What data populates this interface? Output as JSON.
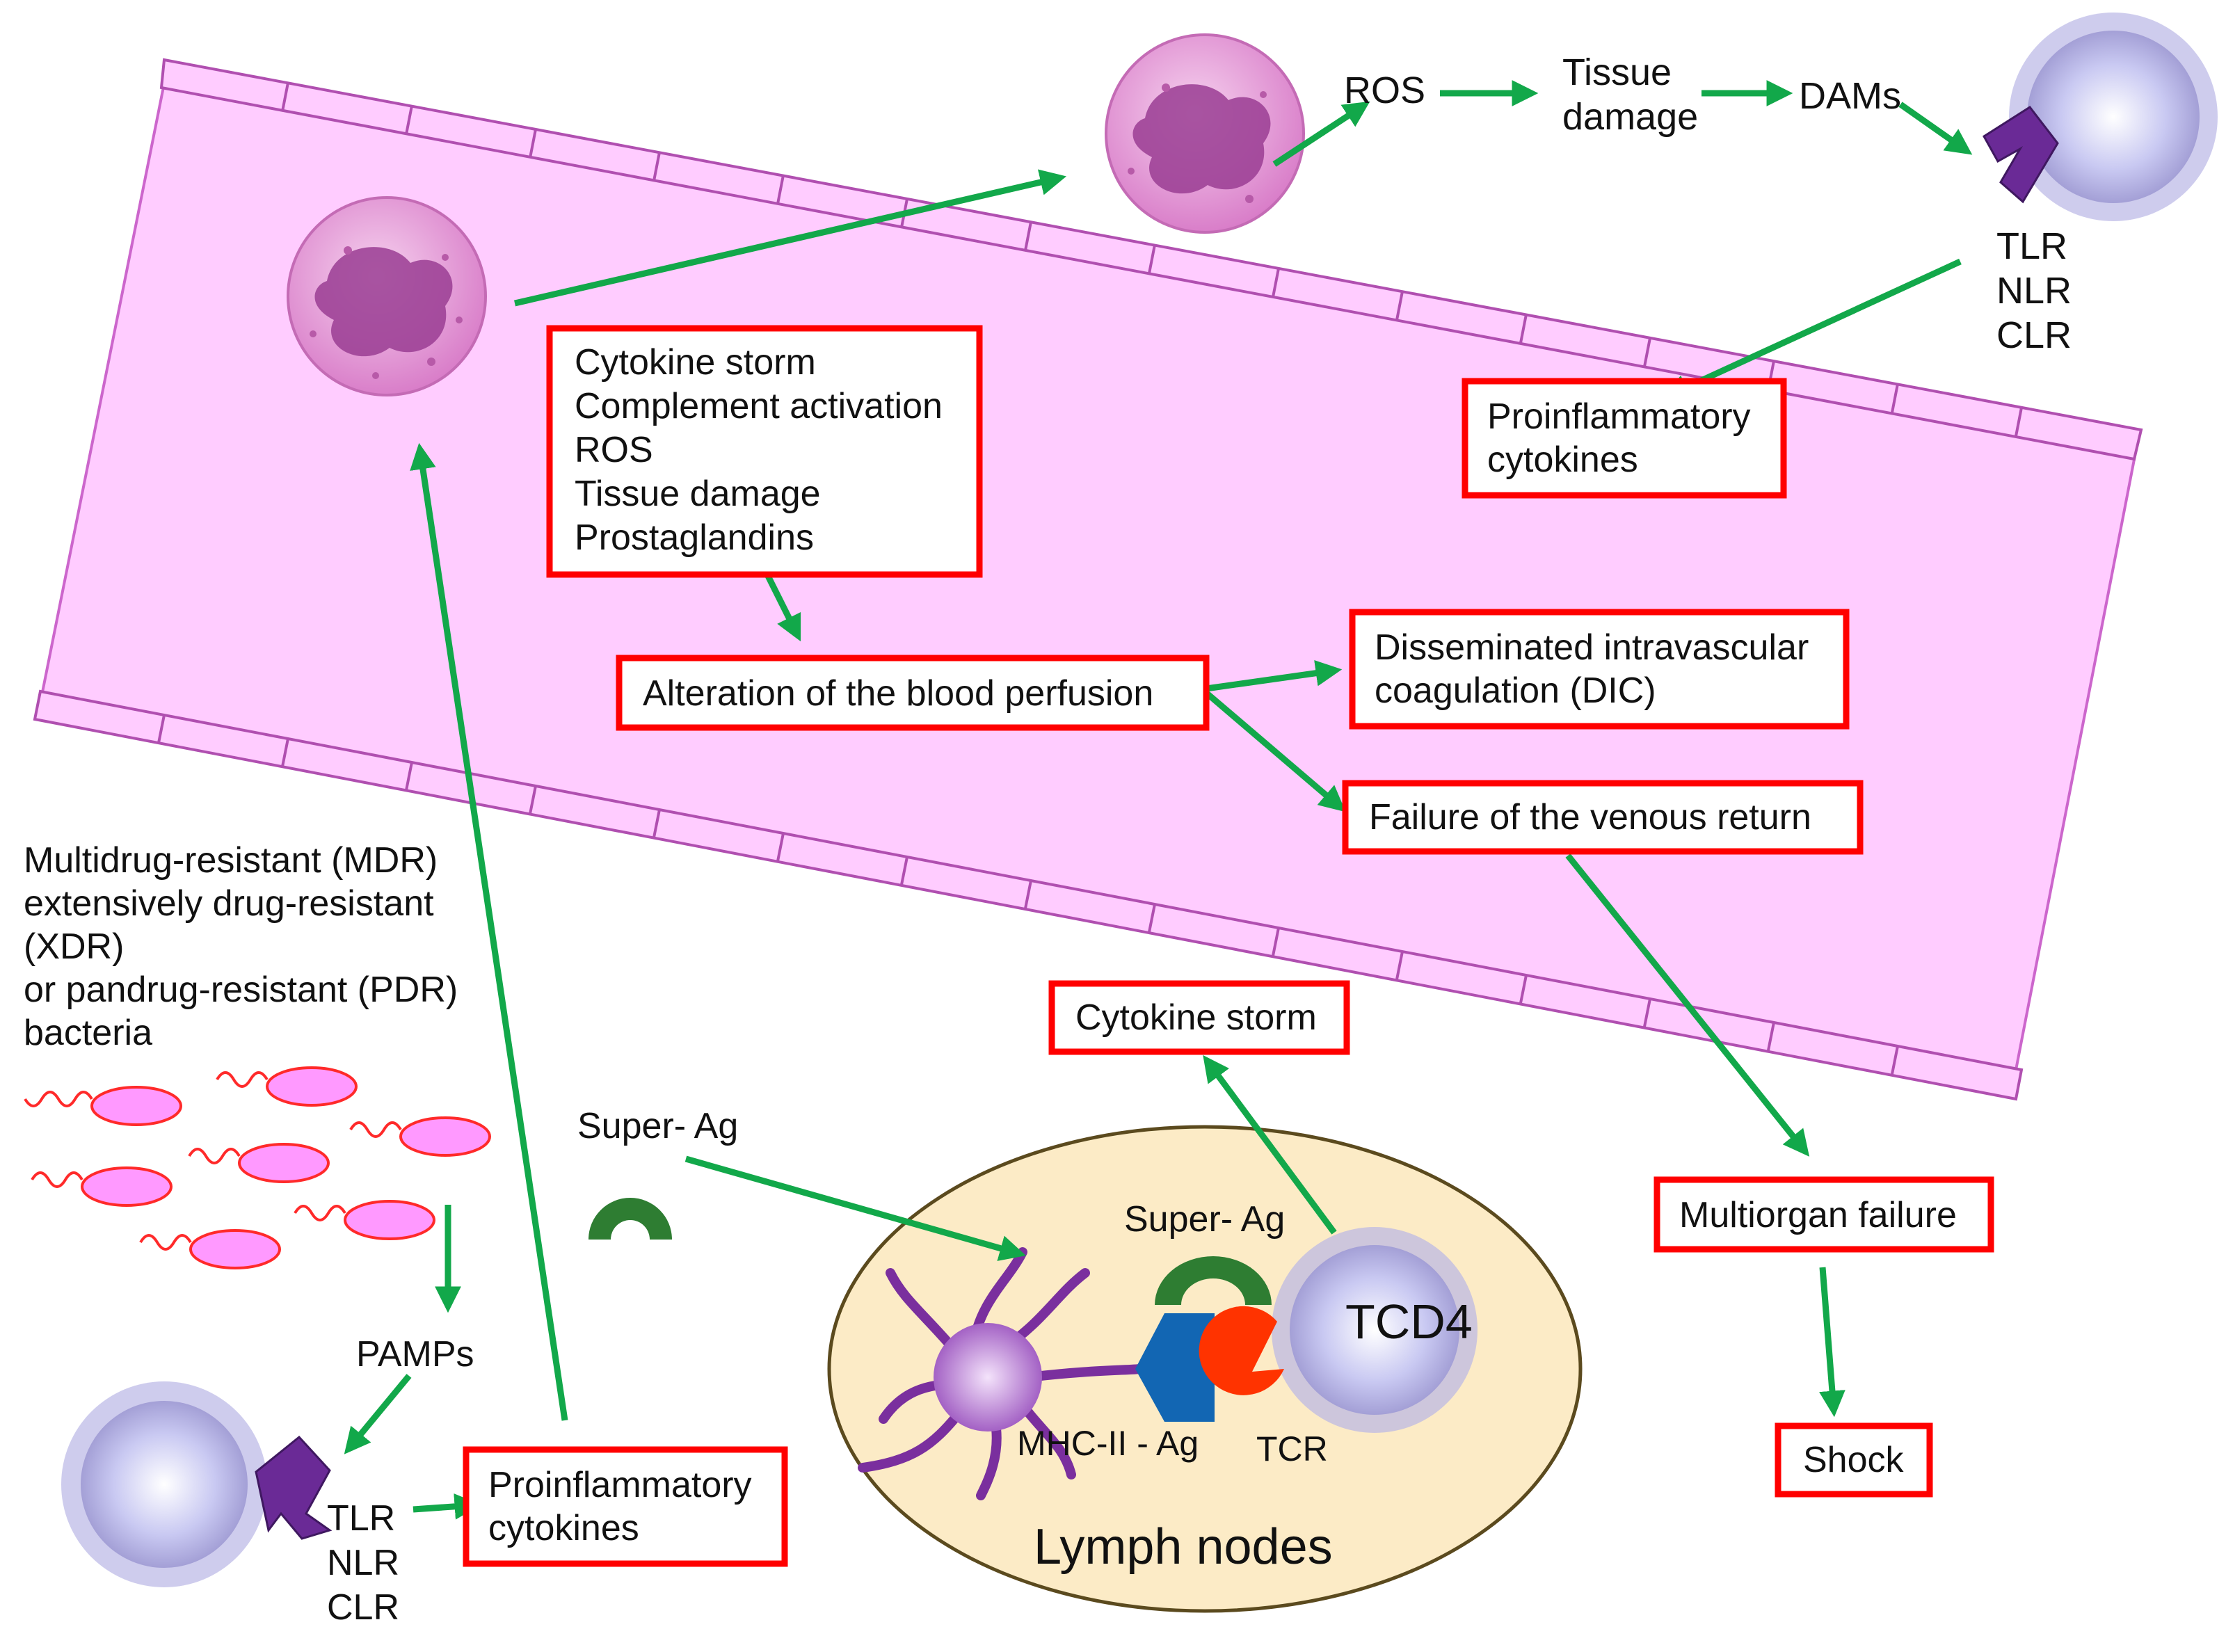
{
  "colors": {
    "vessel_fill": "#ffccff",
    "vessel_edge": "#cc66cc",
    "box_border": "#ff0000",
    "arrow": "#12a84a",
    "lymph_node_fill": "#fcebc6",
    "neutrophil": "#e89ad8",
    "lymphocyte": "#c7c7ef",
    "receptor": "#6a2a96",
    "mhc": "#1266b3",
    "tcr": "#ff3300",
    "super_ag": "#2e7d32",
    "dendritic_cell": "#8a3fa8",
    "bacteria": "#ff2a2a"
  },
  "icons": [
    "neutrophil-icon",
    "lymphocyte-icon",
    "receptor-icon",
    "bacteria-icon",
    "dendritic-cell-icon",
    "mhc-icon",
    "tcr-icon",
    "super-antigen-icon"
  ],
  "labels": {
    "ros_top": "ROS",
    "tissue_line1": "Tissue",
    "tissue_line2": "damage",
    "dams": "DAMs",
    "prr_top": [
      "TLR",
      "NLR",
      "CLR"
    ],
    "bacteria_desc": [
      "Multidrug-resistant  (MDR)",
      "extensively  drug-resistant",
      "(XDR)",
      "or pandrug-resistant  (PDR)",
      "bacteria"
    ],
    "pamps": "PAMPs",
    "prr_bottom": [
      "TLR",
      "NLR",
      "CLR"
    ],
    "super_ag_left": "Super- Ag",
    "super_ag_node": "Super- Ag",
    "tcd4": "TCD4",
    "mhc_ag": "MHC-II  - Ag",
    "tcr": "TCR",
    "lymph_nodes": "Lymph nodes"
  },
  "boxes": {
    "storm_list": [
      "Cytokine storm",
      "Complement activation",
      "ROS",
      "Tissue damage",
      "Prostaglandins"
    ],
    "proinflam_top": [
      "Proinflammatory",
      "cytokines"
    ],
    "blood_perfusion": "Alteration  of the blood perfusion",
    "dic": [
      "Disseminated intravascular",
      "coagulation (DIC)"
    ],
    "venous_return": "Failure of the venous  return",
    "cytokine_storm": "Cytokine storm",
    "multiorgan": "Multiorgan  failure",
    "shock": "Shock",
    "proinflam_bottom": [
      "Proinflammatory",
      "cytokines"
    ]
  }
}
